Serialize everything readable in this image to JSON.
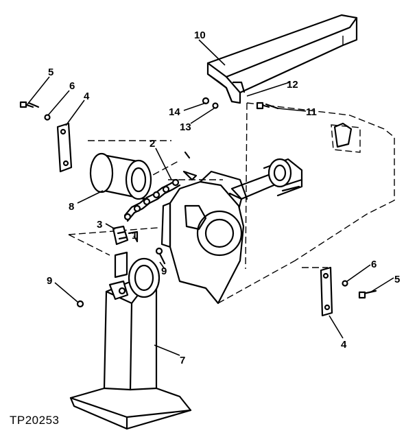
{
  "figure_id": "TP20253",
  "callouts": [
    {
      "id": "c10",
      "text": "10"
    },
    {
      "id": "c12",
      "text": "12"
    },
    {
      "id": "c14",
      "text": "14"
    },
    {
      "id": "c13",
      "text": "13"
    },
    {
      "id": "c11",
      "text": "11"
    },
    {
      "id": "c5a",
      "text": "5"
    },
    {
      "id": "c6a",
      "text": "6"
    },
    {
      "id": "c4a",
      "text": "4"
    },
    {
      "id": "c2",
      "text": "2"
    },
    {
      "id": "c8",
      "text": "8"
    },
    {
      "id": "c3",
      "text": "3"
    },
    {
      "id": "c1",
      "text": "1"
    },
    {
      "id": "c9a",
      "text": "9"
    },
    {
      "id": "c9b",
      "text": "9"
    },
    {
      "id": "c7",
      "text": "7"
    },
    {
      "id": "c6b",
      "text": "6"
    },
    {
      "id": "c5b",
      "text": "5"
    },
    {
      "id": "c4b",
      "text": "4"
    }
  ]
}
